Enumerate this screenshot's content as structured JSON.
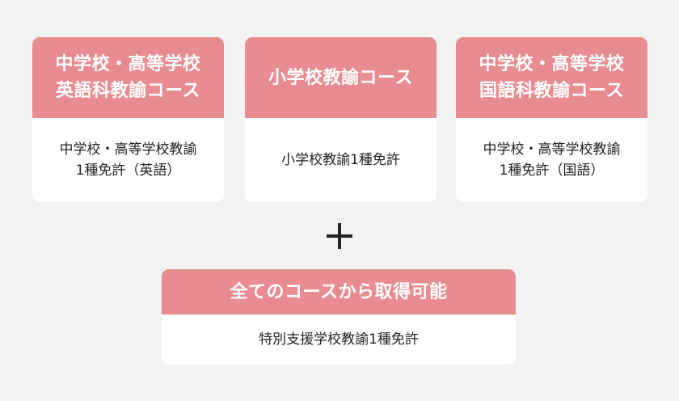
{
  "courses": [
    {
      "title_lines": [
        "中学校・高等学校",
        "英語科教諭コース"
      ],
      "license_lines": [
        "中学校・高等学校教諭",
        "1種免許（英語）"
      ]
    },
    {
      "title_lines": [
        "小学校教諭コース"
      ],
      "license_lines": [
        "小学校教諭1種免許"
      ]
    },
    {
      "title_lines": [
        "中学校・高等学校",
        "国語科教諭コース"
      ],
      "license_lines": [
        "中学校・高等学校教諭",
        "1種免許（国語）"
      ]
    }
  ],
  "common": {
    "title": "全てのコースから取得可能",
    "license": "特別支援学校教諭1種免許"
  },
  "colors": {
    "header": "#e98c91",
    "card": "#ffffff",
    "background": "#f2f2f2",
    "text": "#222222"
  }
}
